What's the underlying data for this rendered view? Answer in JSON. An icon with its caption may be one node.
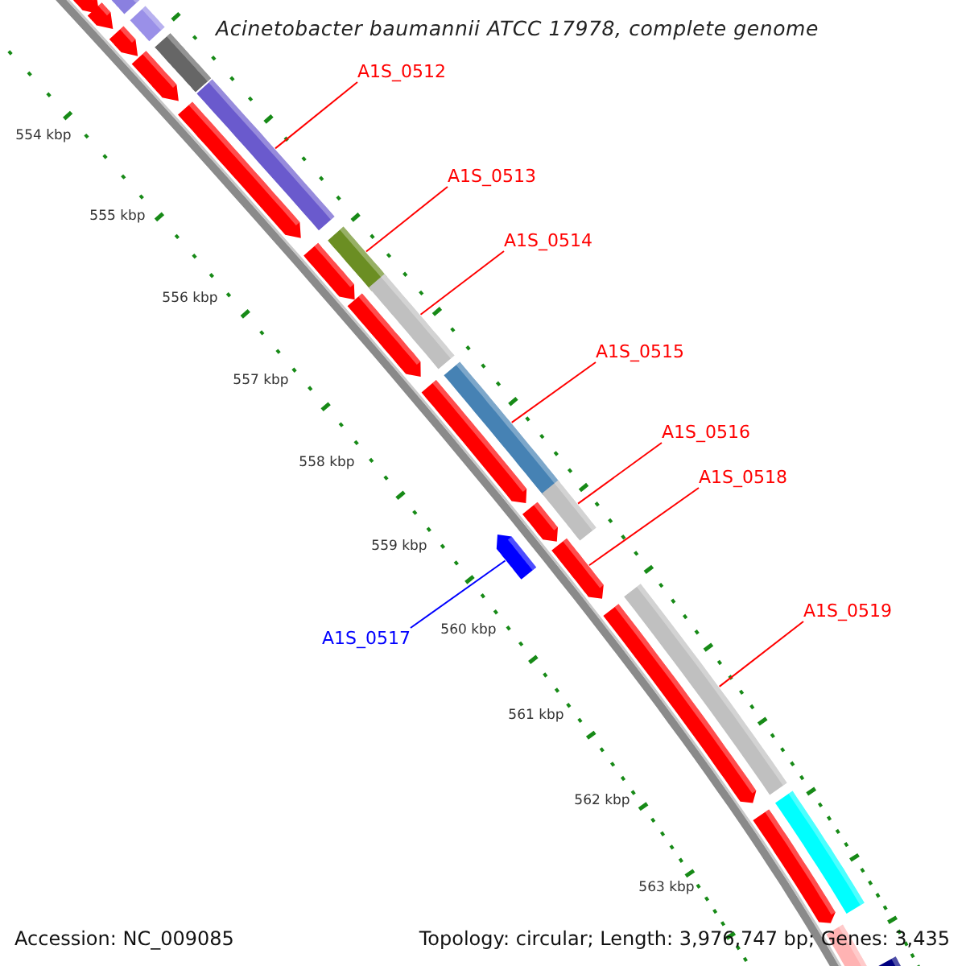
{
  "diagram": {
    "title": "Acinetobacter baumannii ATCC 17978, complete genome",
    "nodes": [
      {
        "text": [
          "A1S_0512"
        ]
      },
      {
        "text": [
          "A1S_0513"
        ]
      },
      {
        "text": [
          "A1S_0514"
        ]
      },
      {
        "text": [
          "A1S_0515"
        ]
      },
      {
        "text": [
          "A1S_0516"
        ]
      },
      {
        "text": [
          "A1S_0518"
        ]
      },
      {
        "text": [
          "A1S_0519"
        ]
      },
      {
        "text": [
          "A1S_0517"
        ]
      },
      {
        "text": [],
        "shape": "bar"
      },
      {
        "text": [],
        "shape": "bar"
      },
      {
        "text": [],
        "shape": "bar"
      },
      {
        "text": [],
        "shape": "bar"
      },
      {
        "text": [],
        "shape": "bar"
      },
      {
        "text": [],
        "shape": "bar"
      },
      {
        "text": [],
        "shape": "bar"
      },
      {
        "text": [],
        "shape": "bar"
      }
    ],
    "edges": [
      {
        "from": 0,
        "to": 8,
        "arrow": "none"
      },
      {
        "from": 1,
        "to": 9,
        "arrow": "none"
      },
      {
        "from": 2,
        "to": 10,
        "arrow": "none"
      },
      {
        "from": 3,
        "to": 11,
        "arrow": "none"
      },
      {
        "from": 4,
        "to": 12,
        "arrow": "none"
      },
      {
        "from": 5,
        "to": 14,
        "arrow": "none"
      },
      {
        "from": 6,
        "to": 15,
        "arrow": "none"
      },
      {
        "from": 7,
        "to": 13,
        "arrow": "none",
        "color": "#0000ff"
      }
    ],
    "labels": [
      "554 kbp",
      "555 kbp",
      "556 kbp",
      "557 kbp",
      "558 kbp",
      "559 kbp",
      "560 kbp",
      "561 kbp",
      "562 kbp",
      "563 kbp",
      "Accession: NC_009085",
      "Topology: circular; Length: 3,976,747 bp; Genes: 3,435"
    ]
  }
}
